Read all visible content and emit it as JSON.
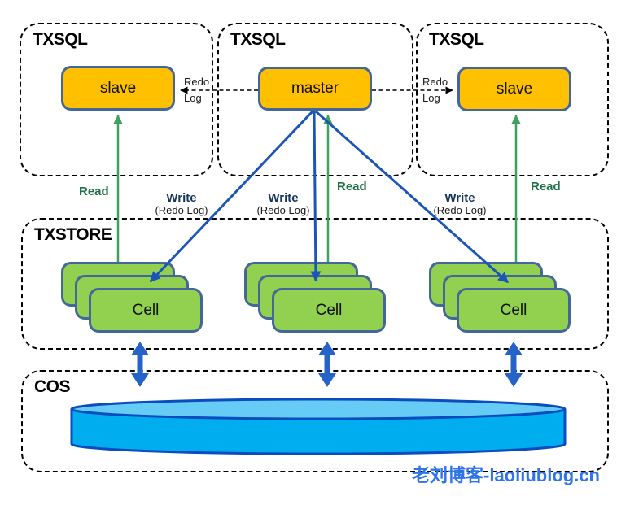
{
  "theme": {
    "node_orange": "#FFC000",
    "node_border": "#44679B",
    "cell_green": "#92D050",
    "read_text_green": "#1E7145",
    "read_line_green": "#3DA35C",
    "write_text_navy": "#17375E",
    "write_line_blue": "#1B55B8",
    "transfer_blue": "#2563C8",
    "cylinder_body": "#00AEEF",
    "cylinder_top": "#66CCF5",
    "cylinder_border": "#0B4DBF",
    "watermark_blue": "#2F74E8",
    "dash_black": "#000000"
  },
  "txsql": [
    {
      "title": "TXSQL",
      "node": "slave"
    },
    {
      "title": "TXSQL",
      "node": "master"
    },
    {
      "title": "TXSQL",
      "node": "slave"
    }
  ],
  "txstore": {
    "title": "TXSTORE",
    "cell": "Cell"
  },
  "cos": {
    "title": "COS"
  },
  "labels": {
    "redo_line1": "Redo",
    "redo_line2": "Log",
    "read": "Read",
    "write": "Write",
    "write_sub": "(Redo Log)"
  },
  "watermark": "老刘博客-laoliublog.cn"
}
